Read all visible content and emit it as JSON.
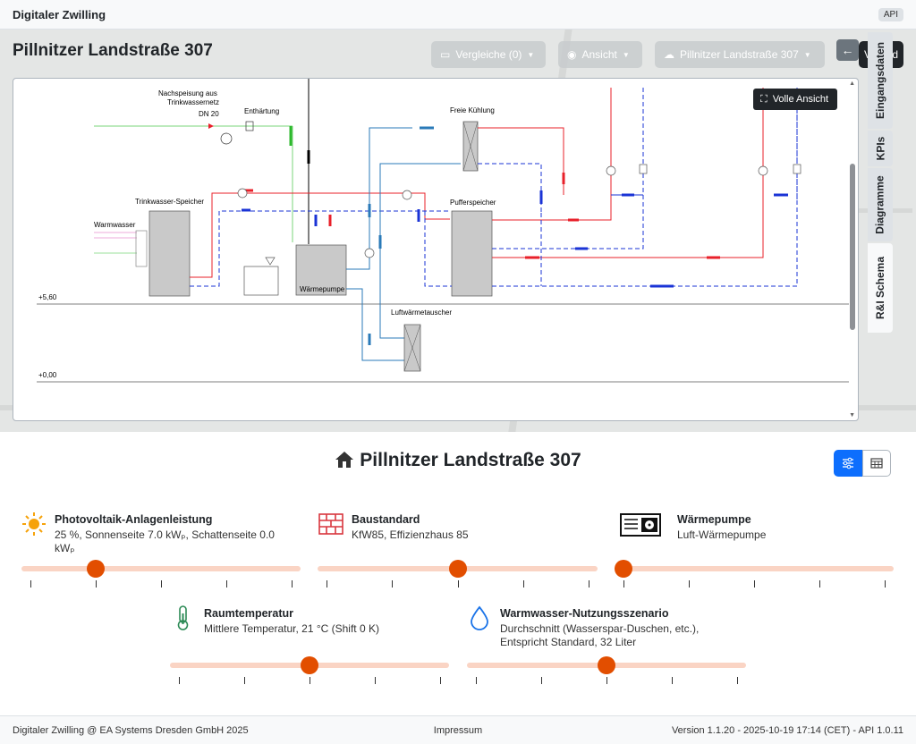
{
  "app": {
    "brand": "Digitaler Zwilling",
    "api_badge": "API"
  },
  "header": {
    "title": "Pillnitzer Landstraße 307",
    "compare_label": "Vergleiche (0)",
    "view_label": "Ansicht",
    "location_label": "Pillnitzer Landstraße 307",
    "back_icon": "arrow-left-icon",
    "full_label": "Vollbild"
  },
  "tabs": [
    {
      "label": "Eingangsdaten"
    },
    {
      "label": "KPIs"
    },
    {
      "label": "Diagramme"
    },
    {
      "label": "R&I Schema"
    }
  ],
  "schema": {
    "full_view_label": "Volle Ansicht",
    "labels": {
      "nachspeisung": "Nachspeisung aus",
      "trinkwassernetz": "Trinkwassernetz",
      "dn": "DN 20",
      "enthaertung": "Enthärtung",
      "freie_kuehlung": "Freie Kühlung",
      "trinkwasser_speicher": "Trinkwasser-Speicher",
      "pufferspeicher": "Pufferspeicher",
      "warmwasser": "Warmwasser",
      "waermepumpe": "Wärmepumpe",
      "luftwaermetauscher": "Luftwärmetauscher",
      "level1": "+5,60",
      "level0": "+0,00"
    },
    "colors": {
      "hot": "#e8202a",
      "cold": "#1a33d6",
      "water": "#2a7ab8",
      "fresh": "#7ad67a"
    }
  },
  "lower": {
    "title": "Pillnitzer Landstraße 307",
    "params": [
      {
        "title": "Photovoltaik-Anlagenleistung",
        "desc": "25 %, Sonnenseite 7.0 kWₚ, Schattenseite 0.0 kWₚ",
        "icon": "sun-icon",
        "value": 0.25
      },
      {
        "title": "Baustandard",
        "desc": "KfW85, Effizienzhaus 85",
        "icon": "brick-wall-icon",
        "value": 0.5
      },
      {
        "title": "Wärmepumpe",
        "desc": "Luft-Wärmepumpe",
        "icon": "heat-pump-icon",
        "value": 0.0
      },
      {
        "title": "Raumtemperatur",
        "desc": "Mittlere Temperatur, 21 °C (Shift 0 K)",
        "icon": "thermometer-icon",
        "value": 0.5
      },
      {
        "title": "Warmwasser-Nutzungsszenario",
        "desc": "Durchschnitt (Wasserspar-Duschen, etc.), Entspricht Standard, 32 Liter",
        "icon": "water-drop-icon",
        "value": 0.5
      }
    ]
  },
  "footer": {
    "left": "Digitaler Zwilling @ EA Systems Dresden GmbH 2025",
    "center": "Impressum",
    "right": "Version 1.1.20 - 2025-10-19 17:14 (CET) - API 1.0.11"
  },
  "colors": {
    "accent": "#0d6efd",
    "slider": "#e24e00",
    "slider_track": "#fad4c4"
  }
}
